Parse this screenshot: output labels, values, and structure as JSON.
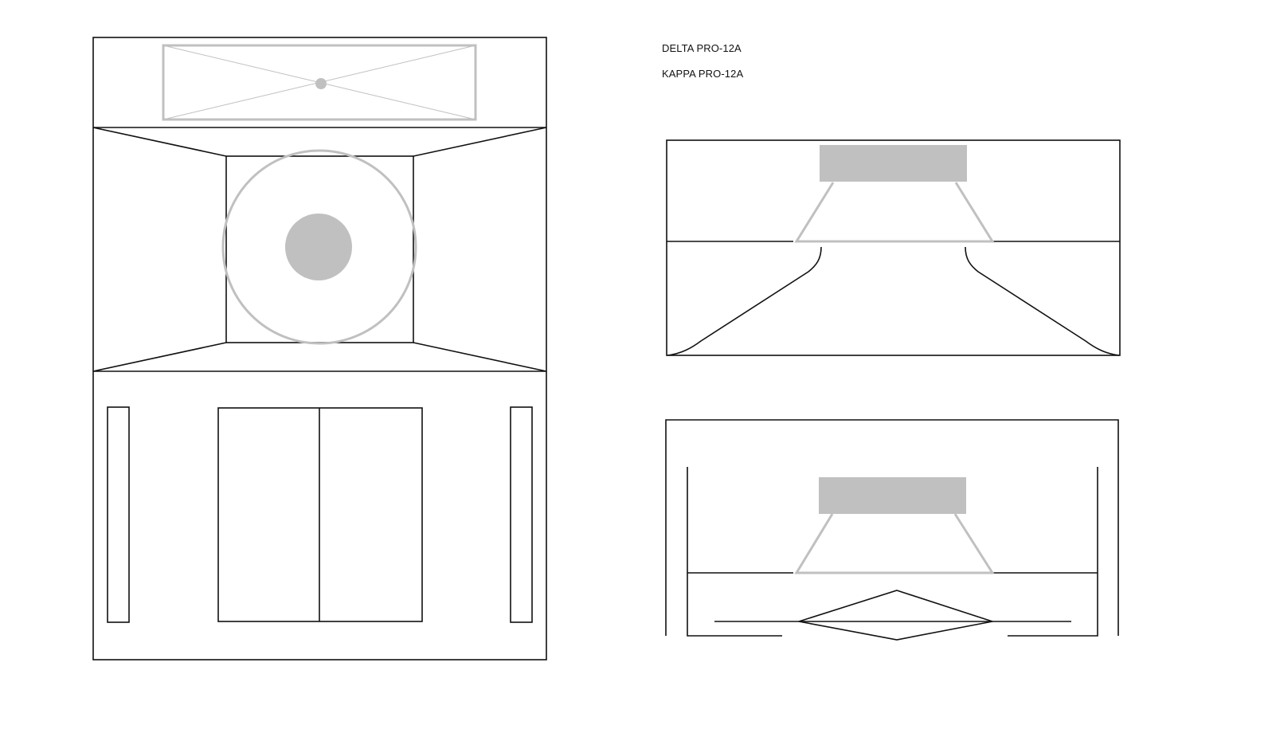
{
  "labels": {
    "model_1": "DELTA PRO-12A",
    "model_2": "KAPPA PRO-12A"
  },
  "colors": {
    "background": "#ffffff",
    "outline": "#111111",
    "driver_gray": "#c0c0c0"
  },
  "views": [
    {
      "name": "front-view"
    },
    {
      "name": "side-section-horn"
    },
    {
      "name": "side-section-port"
    }
  ]
}
